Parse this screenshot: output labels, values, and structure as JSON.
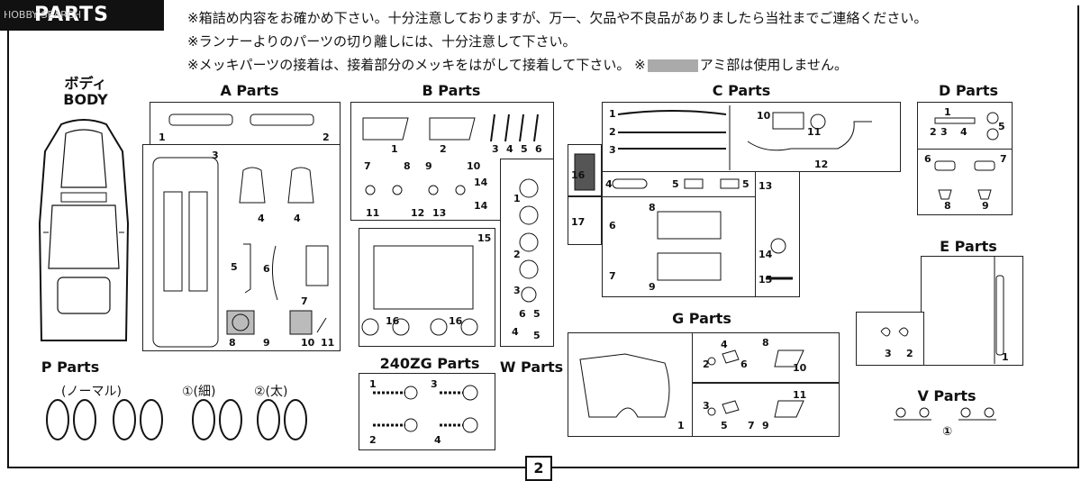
{
  "title": "PARTS LIST",
  "watermark": "HOBBY SEARCH",
  "notes": [
    "※箱詰め内容をお確かめ下さい。十分注意しておりますが、万一、欠品や不良品がありましたら当社までご連絡ください。",
    "※ランナーよりのパーツの切り離しには、十分注意して下さい。",
    "※メッキパーツの接着は、接着部分のメッキをはがして接着して下さい。 ※",
    "アミ部は使用しません。"
  ],
  "body": {
    "line1": "ボディ",
    "line2": "BODY"
  },
  "headers": {
    "a": "A Parts",
    "b": "B Parts",
    "c": "C Parts",
    "d": "D Parts",
    "e": "E Parts",
    "g": "G Parts",
    "p": "P Parts",
    "v": "V Parts",
    "w": "W Parts",
    "zg": "240ZG Parts"
  },
  "tires": {
    "normal": "(ノーマル)",
    "thin": "①(細)",
    "thick": "②(太)"
  },
  "v_label": "①",
  "page_number": "2",
  "numbers": {
    "a": [
      "1",
      "2",
      "3",
      "4",
      "4",
      "5",
      "6",
      "7",
      "8",
      "9",
      "10",
      "11"
    ],
    "b": [
      "1",
      "2",
      "3",
      "4",
      "5",
      "6",
      "7",
      "8",
      "9",
      "10",
      "14",
      "14",
      "11",
      "12",
      "13",
      "15",
      "16",
      "16",
      "1",
      "2",
      "3",
      "6",
      "5",
      "4",
      "5"
    ],
    "c": [
      "1",
      "2",
      "3",
      "10",
      "11",
      "12",
      "16",
      "4",
      "5",
      "5",
      "13",
      "17",
      "6",
      "8",
      "14",
      "7",
      "9",
      "15"
    ],
    "d": [
      "1",
      "2",
      "3",
      "4",
      "5",
      "6",
      "7",
      "8",
      "9"
    ],
    "e": [
      "3",
      "2",
      "1"
    ],
    "g": [
      "4",
      "8",
      "2",
      "6",
      "10",
      "3",
      "11",
      "5",
      "7",
      "9",
      "1"
    ],
    "zg": [
      "1",
      "3",
      "2",
      "4"
    ]
  }
}
